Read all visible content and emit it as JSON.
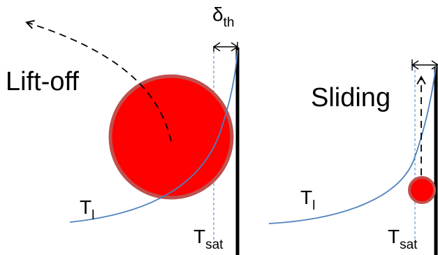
{
  "left_panel": {
    "mode_label": "Lift-off",
    "liquid_temp": {
      "symbol": "T",
      "subscript": "l"
    },
    "sat_temp": {
      "symbol": "T",
      "subscript": "sat"
    },
    "thermal_layer": {
      "symbol": "δ",
      "subscript": "th"
    }
  },
  "right_panel": {
    "mode_label": "Sliding",
    "liquid_temp": {
      "symbol": "T",
      "subscript": "l"
    },
    "sat_temp": {
      "symbol": "T",
      "subscript": "sat"
    }
  },
  "colors": {
    "bubble_fill": "#ff0000",
    "bubble_edge": "#c0504d",
    "temperature_curve": "#4f81bd",
    "saturation_line": "#4f81bd",
    "wall": "#000000",
    "trajectory": "#000000"
  }
}
